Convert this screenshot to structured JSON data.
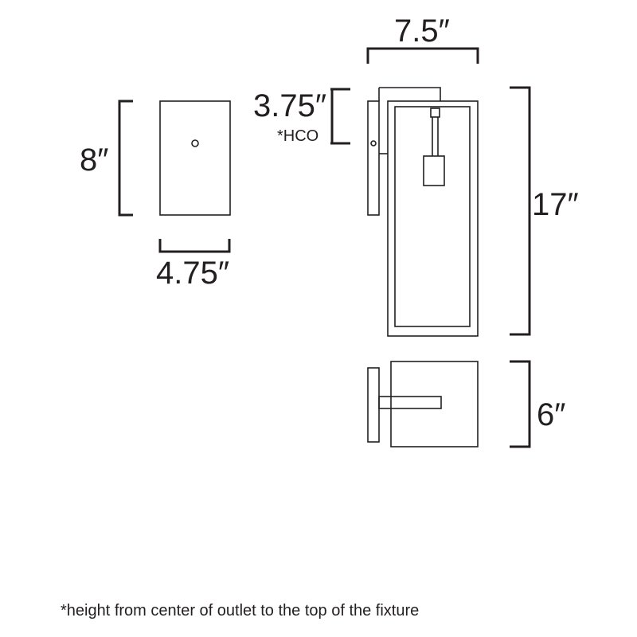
{
  "backplate": {
    "height_label": "8″",
    "width_label": "4.75″"
  },
  "fixture_front": {
    "width_label": "7.5″",
    "hco_label": "3.75″",
    "hco_marker": "*HCO",
    "height_label": "17″"
  },
  "fixture_side": {
    "extension_label": "6″"
  },
  "footnote": "*height from center of outlet to the top of the fixture",
  "colors": {
    "line": "#231f20",
    "background": "#ffffff"
  }
}
